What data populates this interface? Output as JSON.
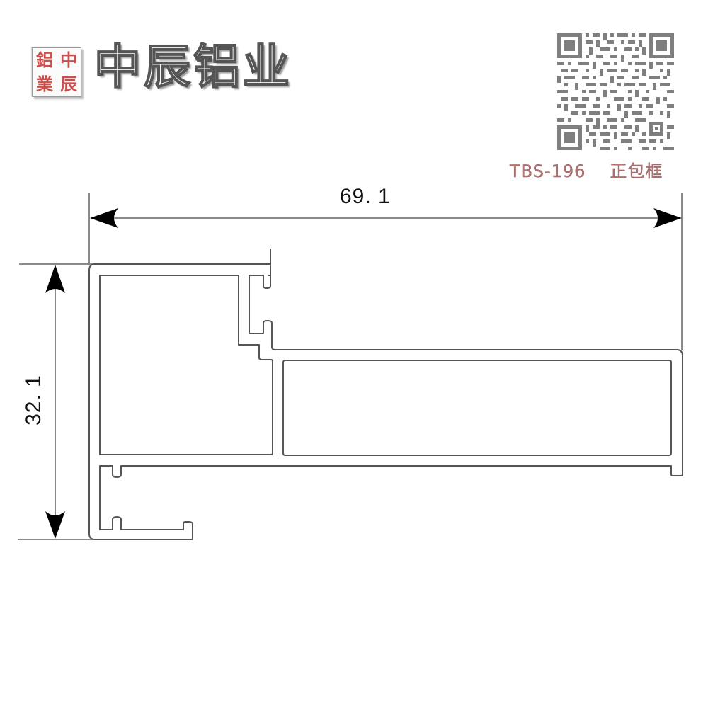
{
  "header": {
    "logo_stamp": {
      "chars": [
        "鋁",
        "中",
        "業",
        "辰"
      ],
      "color": "#c9504c"
    },
    "brand_name": "中辰铝业",
    "qr_code": {
      "icon": "qr-code-icon",
      "color": "#7f7f7f"
    }
  },
  "profile": {
    "model": "TBS-196",
    "name": "正包框",
    "label_color": "#b27576"
  },
  "dimensions": {
    "width": "69. 1",
    "height": "32. 1"
  },
  "drawing": {
    "line_color": "#555555",
    "dimension_color": "#888888",
    "arrow_color": "#000000"
  }
}
